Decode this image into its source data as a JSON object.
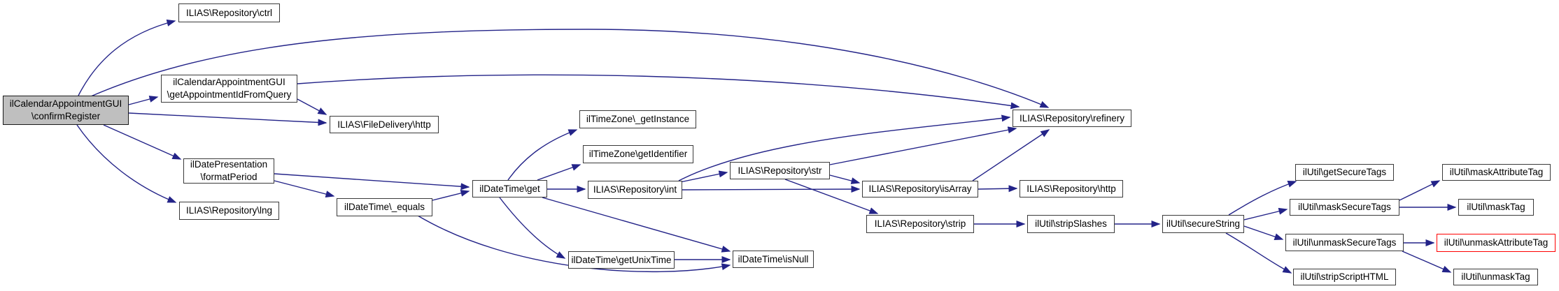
{
  "diagram": {
    "kind": "doxygen-call-graph",
    "colors": {
      "background": "#ffffff",
      "edge": "#232388",
      "node_border": "#3a3a3a",
      "focus_fill": "#bfbfbf",
      "red_border": "#ff0000",
      "text": "#000000"
    },
    "nodes": [
      {
        "id": "confirmRegister",
        "label": [
          "ilCalendarAppointmentGUI",
          "\\confirmRegister"
        ],
        "style": "focus"
      },
      {
        "id": "ctrl",
        "label": [
          "ILIAS\\Repository\\ctrl"
        ],
        "style": "normal"
      },
      {
        "id": "getAppIdFromQuery",
        "label": [
          "ilCalendarAppointmentGUI",
          "\\getAppointmentIdFromQuery"
        ],
        "style": "normal"
      },
      {
        "id": "fileDeliveryHttp",
        "label": [
          "ILIAS\\FileDelivery\\http"
        ],
        "style": "normal"
      },
      {
        "id": "formatPeriod",
        "label": [
          "ilDatePresentation",
          "\\formatPeriod"
        ],
        "style": "normal"
      },
      {
        "id": "lng",
        "label": [
          "ILIAS\\Repository\\lng"
        ],
        "style": "normal"
      },
      {
        "id": "equals",
        "label": [
          "ilDateTime\\_equals"
        ],
        "style": "normal"
      },
      {
        "id": "get",
        "label": [
          "ilDateTime\\get"
        ],
        "style": "normal"
      },
      {
        "id": "getInstance",
        "label": [
          "ilTimeZone\\_getInstance"
        ],
        "style": "normal"
      },
      {
        "id": "getIdentifier",
        "label": [
          "ilTimeZone\\getIdentifier"
        ],
        "style": "normal"
      },
      {
        "id": "int",
        "label": [
          "ILIAS\\Repository\\int"
        ],
        "style": "normal"
      },
      {
        "id": "getUnixTime",
        "label": [
          "ilDateTime\\getUnixTime"
        ],
        "style": "normal"
      },
      {
        "id": "isNull",
        "label": [
          "ilDateTime\\isNull"
        ],
        "style": "normal"
      },
      {
        "id": "str",
        "label": [
          "ILIAS\\Repository\\str"
        ],
        "style": "normal"
      },
      {
        "id": "isArray",
        "label": [
          "ILIAS\\Repository\\isArray"
        ],
        "style": "normal"
      },
      {
        "id": "strip",
        "label": [
          "ILIAS\\Repository\\strip"
        ],
        "style": "normal"
      },
      {
        "id": "refinery",
        "label": [
          "ILIAS\\Repository\\refinery"
        ],
        "style": "normal"
      },
      {
        "id": "repoHttp",
        "label": [
          "ILIAS\\Repository\\http"
        ],
        "style": "normal"
      },
      {
        "id": "stripSlashes",
        "label": [
          "ilUtil\\stripSlashes"
        ],
        "style": "normal"
      },
      {
        "id": "secureString",
        "label": [
          "ilUtil\\secureString"
        ],
        "style": "normal"
      },
      {
        "id": "getSecureTags",
        "label": [
          "ilUtil\\getSecureTags"
        ],
        "style": "normal"
      },
      {
        "id": "maskSecureTags",
        "label": [
          "ilUtil\\maskSecureTags"
        ],
        "style": "normal"
      },
      {
        "id": "unmaskSecureTags",
        "label": [
          "ilUtil\\unmaskSecureTags"
        ],
        "style": "normal"
      },
      {
        "id": "stripScriptHTML",
        "label": [
          "ilUtil\\stripScriptHTML"
        ],
        "style": "normal"
      },
      {
        "id": "maskAttributeTag",
        "label": [
          "ilUtil\\maskAttributeTag"
        ],
        "style": "normal"
      },
      {
        "id": "maskTag",
        "label": [
          "ilUtil\\maskTag"
        ],
        "style": "normal"
      },
      {
        "id": "unmaskAttributeTag",
        "label": [
          "ilUtil\\unmaskAttributeTag"
        ],
        "style": "red"
      },
      {
        "id": "unmaskTag",
        "label": [
          "ilUtil\\unmaskTag"
        ],
        "style": "normal"
      }
    ],
    "edges": [
      {
        "from": "confirmRegister",
        "to": "ctrl"
      },
      {
        "from": "confirmRegister",
        "to": "refinery"
      },
      {
        "from": "confirmRegister",
        "to": "getAppIdFromQuery"
      },
      {
        "from": "confirmRegister",
        "to": "fileDeliveryHttp"
      },
      {
        "from": "confirmRegister",
        "to": "formatPeriod"
      },
      {
        "from": "confirmRegister",
        "to": "lng"
      },
      {
        "from": "getAppIdFromQuery",
        "to": "fileDeliveryHttp"
      },
      {
        "from": "getAppIdFromQuery",
        "to": "refinery"
      },
      {
        "from": "formatPeriod",
        "to": "get"
      },
      {
        "from": "formatPeriod",
        "to": "equals"
      },
      {
        "from": "equals",
        "to": "get"
      },
      {
        "from": "equals",
        "to": "isNull"
      },
      {
        "from": "get",
        "to": "getInstance"
      },
      {
        "from": "get",
        "to": "getIdentifier"
      },
      {
        "from": "get",
        "to": "int"
      },
      {
        "from": "get",
        "to": "getUnixTime"
      },
      {
        "from": "get",
        "to": "isNull"
      },
      {
        "from": "getUnixTime",
        "to": "isNull"
      },
      {
        "from": "int",
        "to": "str"
      },
      {
        "from": "int",
        "to": "isArray"
      },
      {
        "from": "int",
        "to": "refinery"
      },
      {
        "from": "str",
        "to": "refinery"
      },
      {
        "from": "str",
        "to": "isArray"
      },
      {
        "from": "str",
        "to": "strip"
      },
      {
        "from": "isArray",
        "to": "refinery"
      },
      {
        "from": "isArray",
        "to": "repoHttp"
      },
      {
        "from": "strip",
        "to": "stripSlashes"
      },
      {
        "from": "stripSlashes",
        "to": "secureString"
      },
      {
        "from": "secureString",
        "to": "getSecureTags"
      },
      {
        "from": "secureString",
        "to": "maskSecureTags"
      },
      {
        "from": "secureString",
        "to": "unmaskSecureTags"
      },
      {
        "from": "secureString",
        "to": "stripScriptHTML"
      },
      {
        "from": "maskSecureTags",
        "to": "maskAttributeTag"
      },
      {
        "from": "maskSecureTags",
        "to": "maskTag"
      },
      {
        "from": "unmaskSecureTags",
        "to": "unmaskAttributeTag"
      },
      {
        "from": "unmaskSecureTags",
        "to": "unmaskTag"
      }
    ]
  }
}
